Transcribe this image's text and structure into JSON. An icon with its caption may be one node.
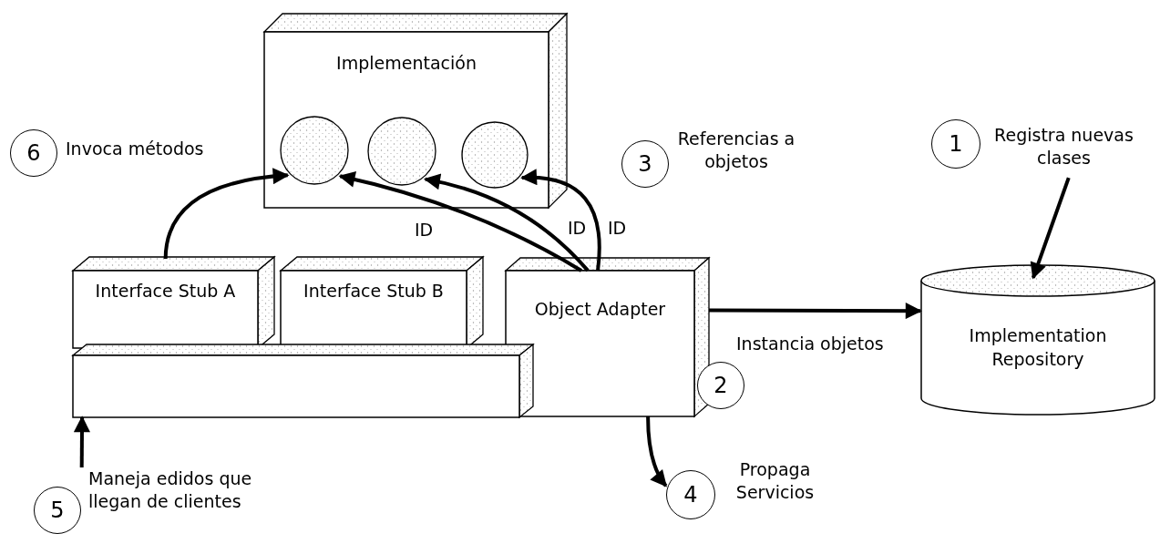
{
  "diagram": {
    "nodes": [
      {
        "text": [
          "Implementación"
        ]
      },
      {
        "text": [],
        "shape": "circle",
        "in": 0
      },
      {
        "text": [],
        "shape": "circle",
        "in": 0
      },
      {
        "text": [],
        "shape": "circle",
        "in": 0
      },
      {
        "text": [
          "Interface Stub A"
        ]
      },
      {
        "text": [
          "Interface Stub B"
        ]
      },
      {
        "text": [
          "Object Adapter"
        ]
      },
      {
        "text": [],
        "shape": "box"
      },
      {
        "text": [
          "Implementation Repository"
        ]
      },
      {
        "text": [
          "Registra nuevas clases"
        ]
      },
      {
        "text": [
          "Maneja edidos que llegan de clientes"
        ]
      },
      {
        "text": [
          "6"
        ]
      },
      {
        "text": [
          "3"
        ]
      },
      {
        "text": [
          "1"
        ]
      },
      {
        "text": [
          "2"
        ]
      },
      {
        "text": [
          "5"
        ]
      },
      {
        "text": [
          "4"
        ]
      }
    ],
    "edges": [
      {
        "from": 4,
        "to": 1,
        "arrow": "to"
      },
      {
        "from": 6,
        "to": 1,
        "arrow": "to"
      },
      {
        "from": 6,
        "to": 2,
        "arrow": "to"
      },
      {
        "from": 6,
        "to": 3,
        "arrow": "to"
      },
      {
        "from": 6,
        "to": 8,
        "arrow": "to",
        "label": "Instancia objetos"
      },
      {
        "from": 6,
        "to": 16,
        "arrow": "to"
      },
      {
        "from": 9,
        "to": 8,
        "arrow": "to"
      },
      {
        "from": 10,
        "to": 7,
        "arrow": "to"
      }
    ],
    "labels": [
      "Invoca métodos",
      "Referencias a objetos",
      "ID",
      "ID",
      "ID",
      "Propaga Servicios"
    ]
  }
}
